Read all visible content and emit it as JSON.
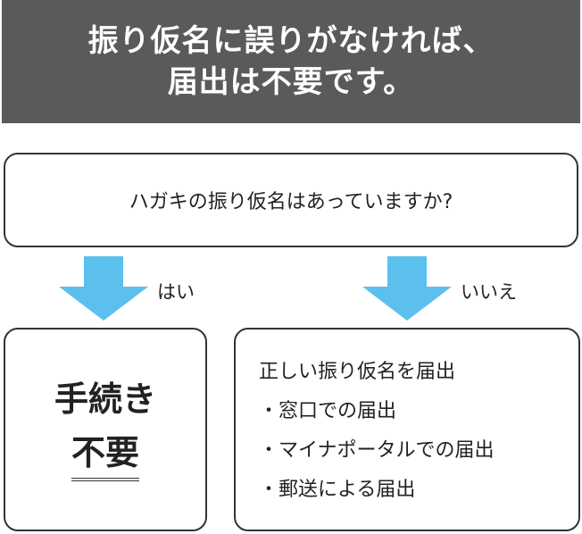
{
  "banner": {
    "line1": "振り仮名に誤りがなければ、",
    "line2": "届出は不要です。"
  },
  "question": "ハガキの振り仮名はあっていますか?",
  "branches": {
    "yes_label": "はい",
    "no_label": "いいえ"
  },
  "yes_result": {
    "line1": "手続き",
    "line2": "不要"
  },
  "no_result": {
    "heading": "正しい振り仮名を届出",
    "items": [
      "・窓口での届出",
      "・マイナポータルでの届出",
      "・郵送による届出"
    ]
  },
  "colors": {
    "banner_bg": "#5a5a5a",
    "arrow": "#5bc0ee",
    "border": "#333333"
  }
}
